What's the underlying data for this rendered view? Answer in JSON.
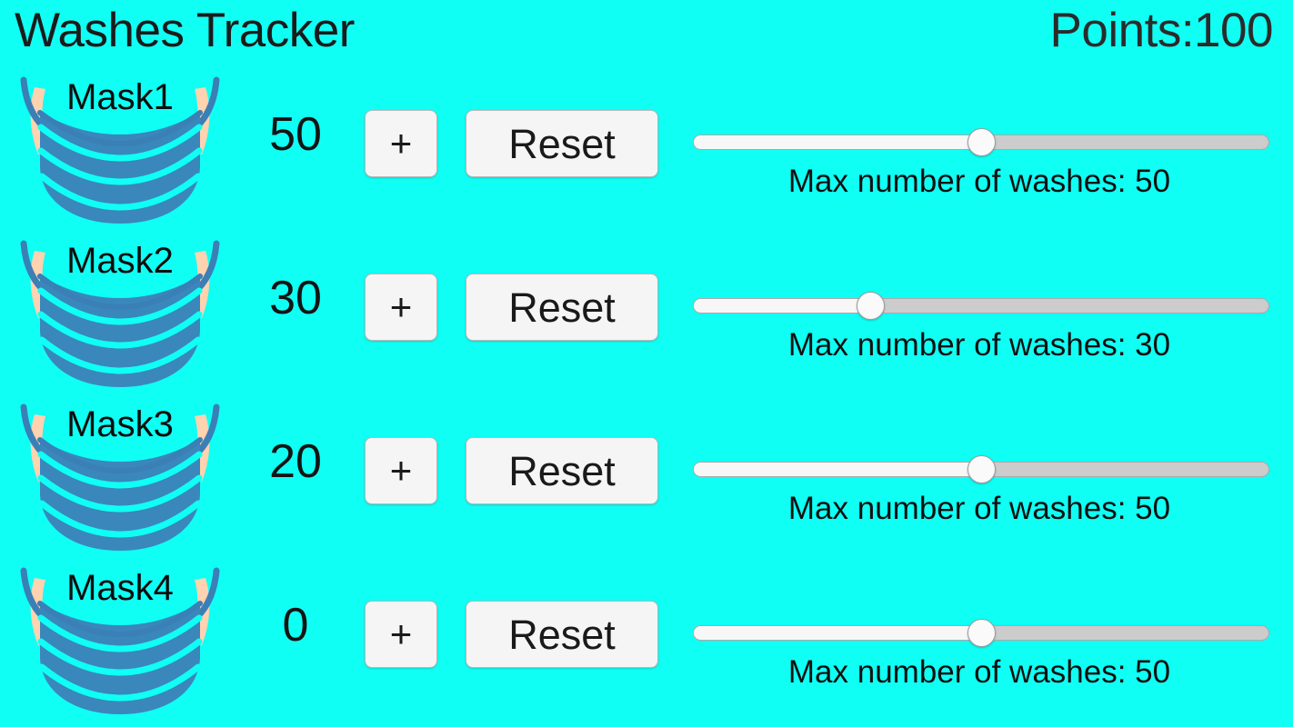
{
  "header": {
    "title": "Washes Tracker",
    "points_label": "Points:100"
  },
  "colors": {
    "background": "#10FFF5",
    "mask_blue": "#3A87BC",
    "mask_outline": "#3A7FB5",
    "ear_loop": "#FFD2B0",
    "button_face": "#F5F5F5",
    "button_border": "#B8B8B8",
    "slider_track": "#CCCCCC",
    "slider_fill": "#F7F7F7",
    "slider_thumb": "#FAFAFA",
    "text": "#121212"
  },
  "controls": {
    "increment_label": "+",
    "reset_label": "Reset",
    "mask_icon_name": "face-mask-icon"
  },
  "slider": {
    "min": 0,
    "max": 100,
    "caption_prefix": "Max number of washes: "
  },
  "rows": [
    {
      "mask_label": "Mask1",
      "wash_count": "50",
      "increment_label": "+",
      "reset_label": "Reset",
      "max_washes": 50,
      "slider_percent": 50,
      "caption": "Max number of washes: 50"
    },
    {
      "mask_label": "Mask2",
      "wash_count": "30",
      "increment_label": "+",
      "reset_label": "Reset",
      "max_washes": 30,
      "slider_percent": 30.8,
      "caption": "Max number of washes: 30"
    },
    {
      "mask_label": "Mask3",
      "wash_count": "20",
      "increment_label": "+",
      "reset_label": "Reset",
      "max_washes": 50,
      "slider_percent": 50,
      "caption": "Max number of washes: 50"
    },
    {
      "mask_label": "Mask4",
      "wash_count": "0",
      "increment_label": "+",
      "reset_label": "Reset",
      "max_washes": 50,
      "slider_percent": 50,
      "caption": "Max number of washes: 50"
    }
  ]
}
